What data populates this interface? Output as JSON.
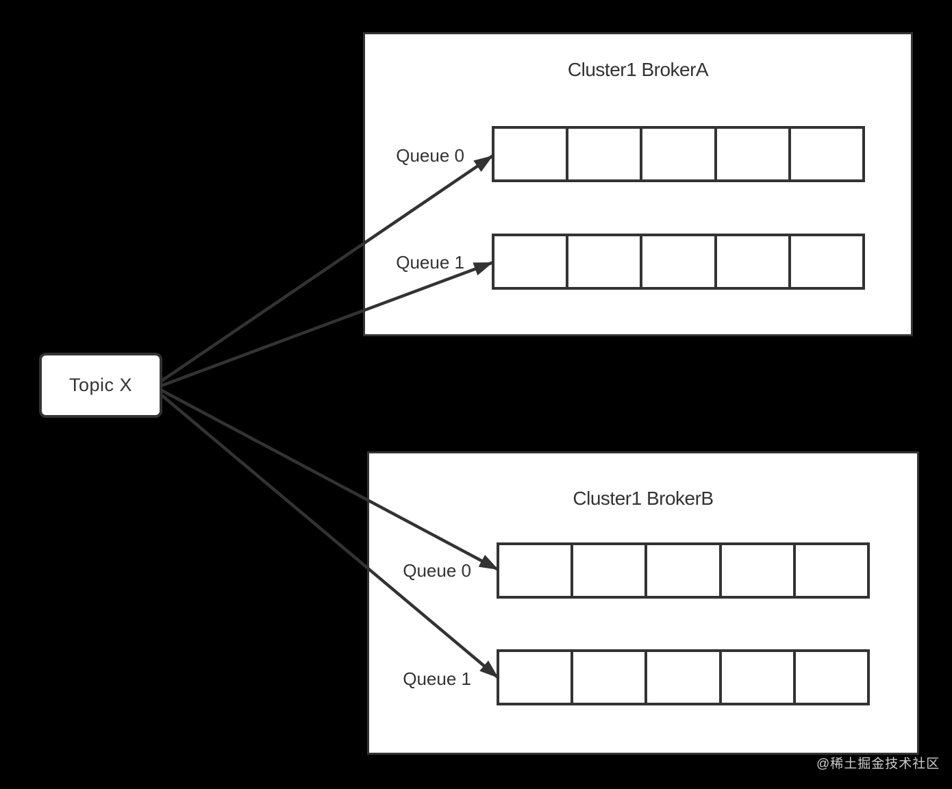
{
  "colors": {
    "background": "#000000",
    "ink": "#333333",
    "panel_fill": "#ffffff",
    "watermark_color": "#cccccc"
  },
  "topic": {
    "label": "Topic X"
  },
  "brokers": [
    {
      "title": "Cluster1 BrokerA",
      "queues": [
        {
          "label": "Queue 0"
        },
        {
          "label": "Queue 1"
        }
      ]
    },
    {
      "title": "Cluster1 BrokerB",
      "queues": [
        {
          "label": "Queue 0"
        },
        {
          "label": "Queue 1"
        }
      ]
    }
  ],
  "layout_meta": {
    "cells_per_row": 5
  },
  "arrows": [
    {
      "from": "Topic X",
      "to": "Cluster1 BrokerA Queue 0"
    },
    {
      "from": "Topic X",
      "to": "Cluster1 BrokerA Queue 1"
    },
    {
      "from": "Topic X",
      "to": "Cluster1 BrokerB Queue 0"
    },
    {
      "from": "Topic X",
      "to": "Cluster1 BrokerB Queue 1"
    }
  ],
  "watermark": {
    "text": "@稀土掘金技术社区"
  }
}
